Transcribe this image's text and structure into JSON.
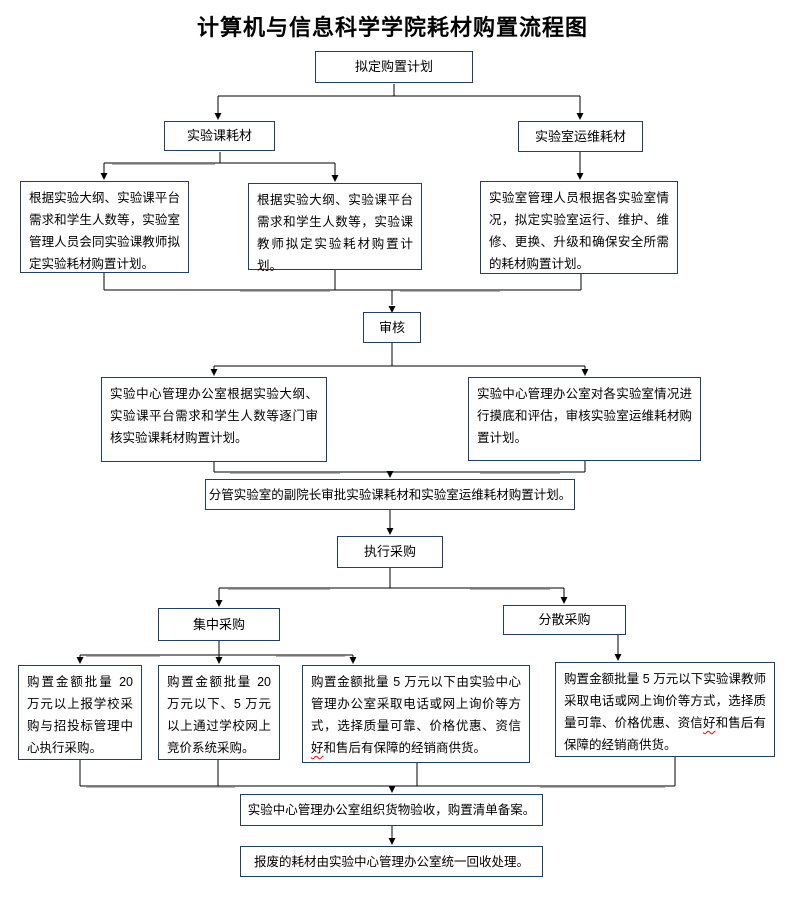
{
  "title": "计算机与信息科学学院耗材购置流程图",
  "colors": {
    "box_border": "#1f3f66",
    "line": "#000000",
    "gray_line": "#9a9a9a",
    "text": "#000000",
    "squiggle": "#ff0000"
  },
  "nodes": {
    "plan": "拟定购置计划",
    "course": "实验课耗材",
    "ops": "实验室运维耗材",
    "course_mgr": "根据实验大纲、实验课平台需求和学生人数等，实验室管理人员会同实验课教师拟定实验耗材购置计划。",
    "course_teacher": "根据实验大纲、实验课平台需求和学生人数等，实验课教师拟定实验耗材购置计划。",
    "ops_mgr": "实验室管理人员根据各实验室情况，拟定实验室运行、维护、维修、更换、升级和确保安全所需的耗材购置计划。",
    "review": "审核",
    "review_course": "实验中心管理办公室根据实验大纲、实验课平台需求和学生人数等逐门审核实验课耗材购置计划。",
    "review_ops": "实验中心管理办公室对各实验室情况进行摸底和评估，审核实验室运维耗材购置计划。",
    "approve": "分管实验室的副院长审批实验课耗材和实验室运维耗材购置计划。",
    "exec": "执行采购",
    "central": "集中采购",
    "dispersed": "分散采购",
    "over_200k": "购置金额批量 20 万元以上报学校采购与招投标管理中心执行采购。",
    "between_50k_200k": "购置金额批量 20 万元以下、5 万元以上通过学校网上竞价系统采购。",
    "under_50k_office": {
      "pre": "购置金额批量 5 万元以下由实验中心管理办公室采取电话或网上询价等方式，选择质量可靠、价格优惠、资信",
      "marked": "好",
      "post": "和售后有保障的经销商供货。"
    },
    "under_50k_teacher": {
      "pre": "购置金额批量 5 万元以下实验课教师采取电话或网上询价等方式，选择质量可靠、价格优惠、资信",
      "marked": "好",
      "post": "和售后有保障的经销商供货。"
    },
    "acceptance": "实验中心管理办公室组织货物验收，购置清单备案。",
    "recycle": "报废的耗材由实验中心管理办公室统一回收处理。"
  }
}
